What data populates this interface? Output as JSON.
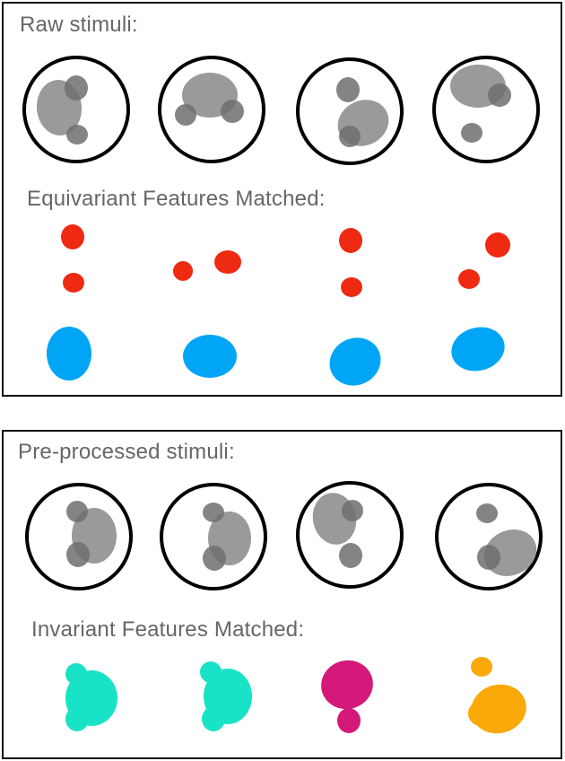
{
  "top_panel": {
    "title": "Raw stimuli:",
    "subtitle": "Equivariant Features Matched:"
  },
  "bottom_panel": {
    "title": "Pre-processed stimuli:",
    "subtitle": "Invariant Features Matched:"
  },
  "colors": {
    "circle_outline": "#000000",
    "large_blob": "#9a9a9a",
    "small_blob": "#6e6e6e",
    "equivariant_small": "#ee2a12",
    "equivariant_large": "#00a6f5",
    "invariant_cyan": "#19e3c7",
    "invariant_magenta": "#d5197a",
    "invariant_orange": "#fba809",
    "text": "#666666"
  }
}
